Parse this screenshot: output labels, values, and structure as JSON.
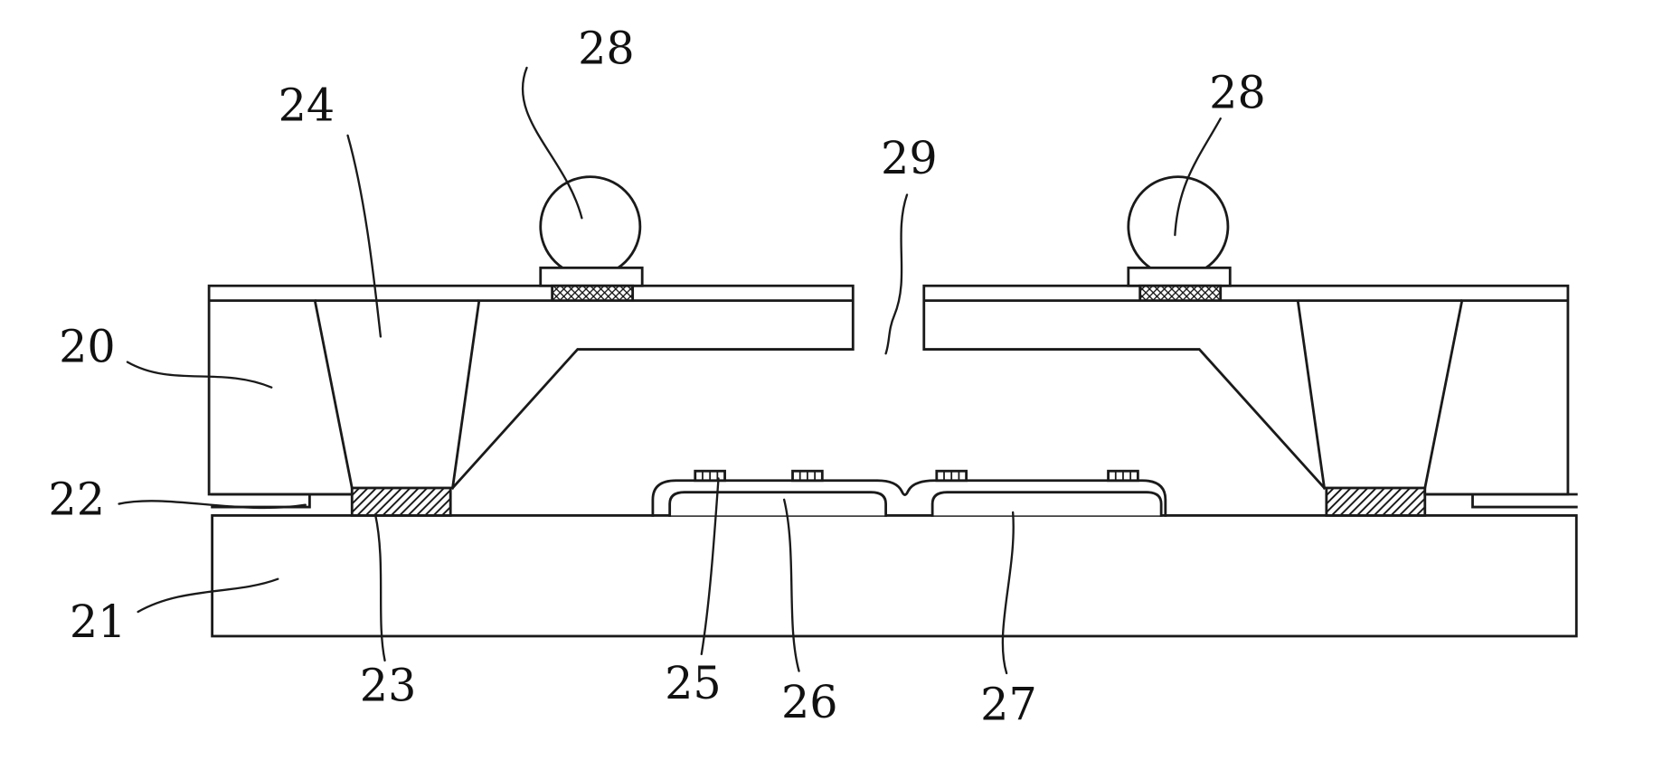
{
  "figure": {
    "background_color": "#ffffff",
    "line_color": "#1a1a1a",
    "labels": {
      "ref20": "20",
      "ref21": "21",
      "ref22": "22",
      "ref23": "23",
      "ref24": "24",
      "ref25": "25",
      "ref26": "26",
      "ref27": "27",
      "ref28_left": "28",
      "ref28_right": "28",
      "ref29": "29"
    }
  }
}
